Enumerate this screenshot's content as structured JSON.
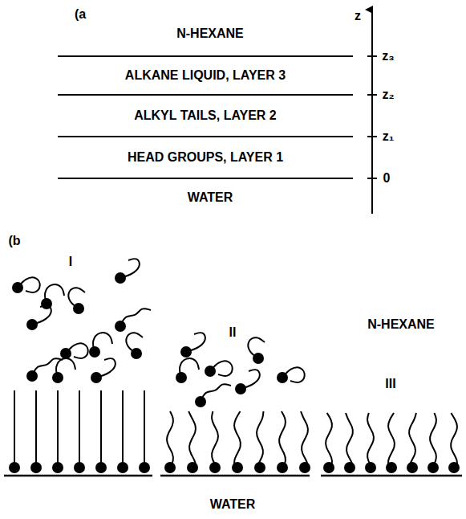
{
  "diagram": {
    "nodes": [
      {
        "text": [
          "ALKANE LIQUID, LAYER 3"
        ]
      },
      {
        "text": [
          "ALKYL TAILS, LAYER 2"
        ]
      },
      {
        "text": [
          "HEAD GROUPS, LAYER 1"
        ]
      }
    ],
    "labels": [
      "(a",
      "N-HEXANE",
      "z",
      "z₃",
      "z₂",
      "z₁",
      "0",
      "WATER",
      "(b",
      "I",
      "II",
      "N-HEXANE",
      "III",
      "WATER"
    ]
  }
}
